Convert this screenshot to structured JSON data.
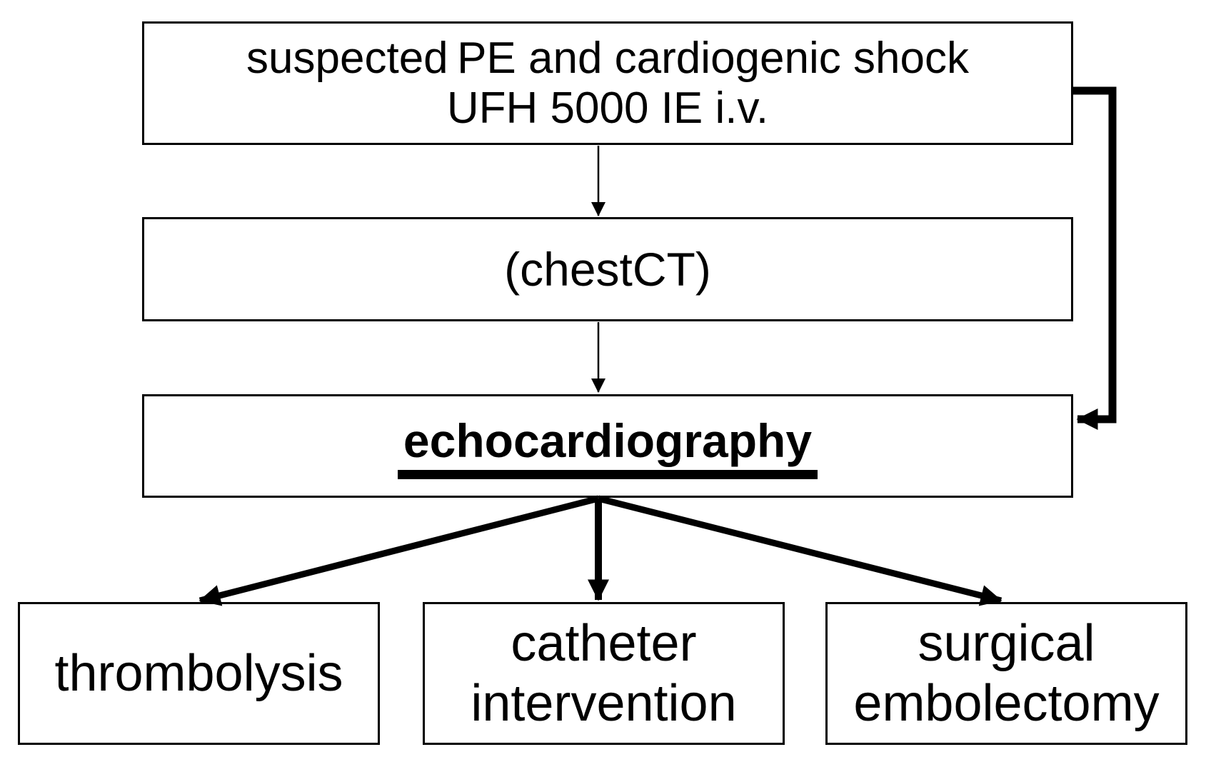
{
  "colors": {
    "background": "#ffffff",
    "ink": "#000000"
  },
  "nodes": {
    "start": {
      "line1": "suspected PE and cardiogenic shock",
      "line2": "UFH 5000 IE i.v."
    },
    "chest_ct": {
      "label": "(chestCT)"
    },
    "echocardiography": {
      "label": "echocardiography"
    },
    "thrombolysis": {
      "label": "thrombolysis"
    },
    "catheter_intervention": {
      "line1": "catheter",
      "line2": "intervention"
    },
    "surgical_embolectomy": {
      "line1": "surgical",
      "line2": "embolectomy"
    }
  },
  "edges": [
    {
      "from": "start",
      "to": "chest_ct",
      "style": "thin-arrow-down"
    },
    {
      "from": "chest_ct",
      "to": "echocardiography",
      "style": "thin-arrow-down"
    },
    {
      "from": "start",
      "to": "echocardiography",
      "style": "thick-elbow-arrow-right-bypass"
    },
    {
      "from": "echocardiography",
      "to": "thrombolysis",
      "style": "thick-arrow-diagonal"
    },
    {
      "from": "echocardiography",
      "to": "catheter_intervention",
      "style": "thick-arrow-down"
    },
    {
      "from": "echocardiography",
      "to": "surgical_embolectomy",
      "style": "thick-arrow-diagonal"
    }
  ]
}
